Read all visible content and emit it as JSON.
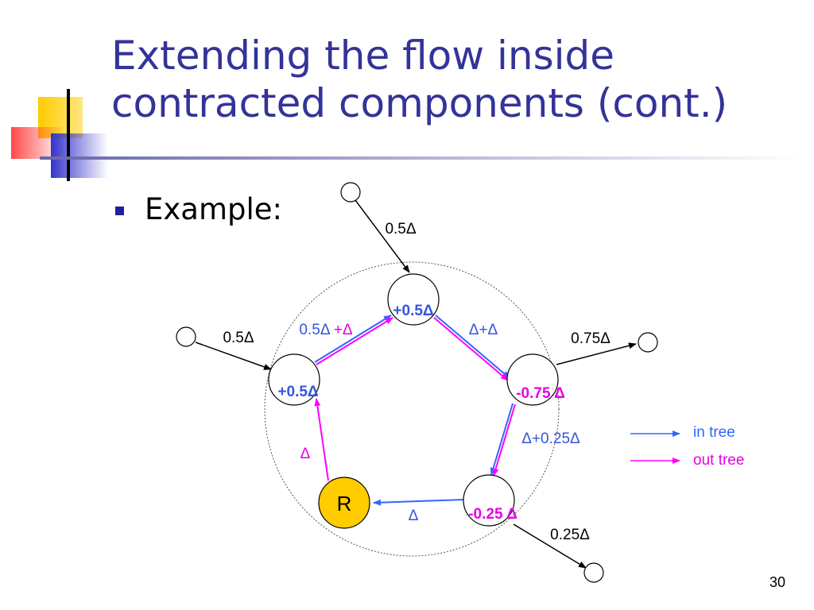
{
  "slide": {
    "title_lines": [
      "Extending the flow inside",
      "contracted components (cont.)"
    ],
    "bullet": "Example:",
    "page_number": "30"
  },
  "diagram": {
    "root_label": "R",
    "colors": {
      "title": "#333399",
      "in_tree": "#3366ff",
      "out_tree": "#ff00ff",
      "root_fill": "#ffcc00",
      "label_blue": "#3355dd",
      "label_magenta": "#e600e6"
    },
    "node_values": {
      "top": "+0.5Δ",
      "left": "+0.5Δ",
      "right": "-0.75 Δ",
      "bottom_right": "-0.25 Δ"
    },
    "edge_labels": {
      "left_to_top": "0.5Δ+Δ",
      "top_to_right": "Δ+Δ",
      "right_to_bottom_right": "Δ+0.25Δ",
      "bottom_right_to_root": "Δ",
      "root_to_left": "Δ"
    },
    "external_flows": {
      "into_top": "0.5Δ",
      "into_left": "0.5Δ",
      "out_of_right": "0.75Δ",
      "out_of_bottom_right": "0.25Δ"
    },
    "legend": [
      {
        "label": "in tree",
        "color": "#3366ff"
      },
      {
        "label": "out tree",
        "color": "#ff00ff"
      }
    ]
  }
}
